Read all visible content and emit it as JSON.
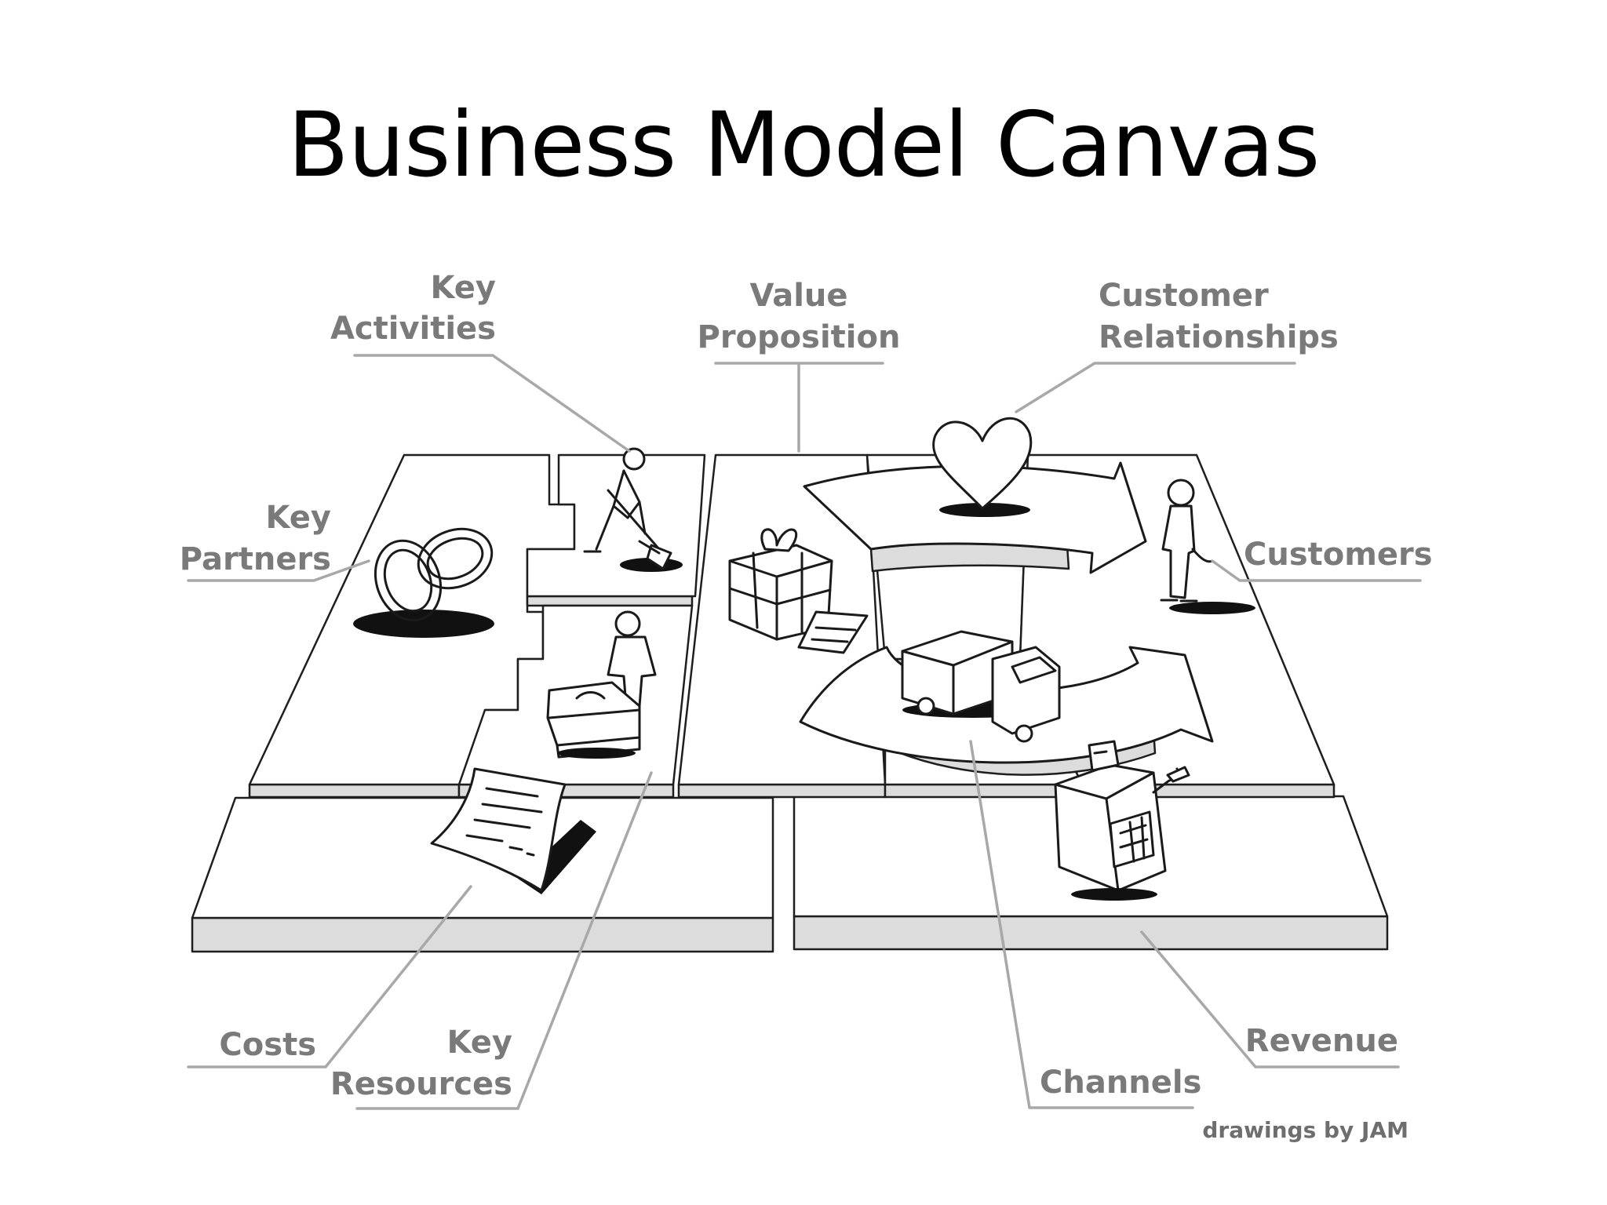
{
  "title": "Business Model Canvas",
  "labels": {
    "key_activities": [
      "Key",
      "Activities"
    ],
    "value_proposition": [
      "Value",
      "Proposition"
    ],
    "customer_relationships": [
      "Customer",
      "Relationships"
    ],
    "key_partners": [
      "Key",
      "Partners"
    ],
    "customers": "Customers",
    "costs": "Costs",
    "key_resources": [
      "Key",
      "Resources"
    ],
    "channels": "Channels",
    "revenue": "Revenue"
  },
  "credit": "drawings by JAM",
  "icons": {
    "key_partners": "interlocked-rings-icon",
    "key_activities": "person-digging-icon",
    "key_resources": "person-with-machine-icon",
    "value_proposition": "gift-box-icon",
    "customer_relationships": "heart-icon",
    "channels": "truck-icon",
    "customers": "standing-person-icon",
    "revenue": "cash-register-icon",
    "costs": "invoice-document-icon"
  }
}
